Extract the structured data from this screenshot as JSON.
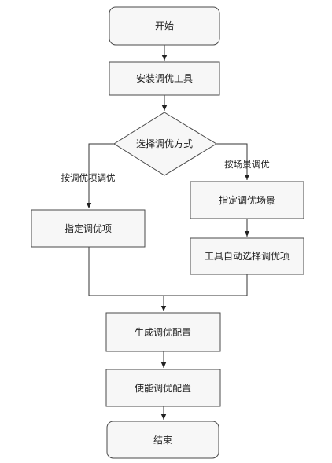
{
  "diagram": {
    "nodes": {
      "start": "开始",
      "install_tool": "安装调优工具",
      "choose_method": "选择调优方式",
      "specify_items": "指定调优项",
      "specify_scene": "指定调优场景",
      "tool_auto_select": "工具自动选择调优项",
      "generate_config": "生成调优配置",
      "enable_config": "使能调优配置",
      "end": "结束"
    },
    "edges": {
      "by_item": "按调优项调优",
      "by_scene": "按场景调优"
    }
  }
}
